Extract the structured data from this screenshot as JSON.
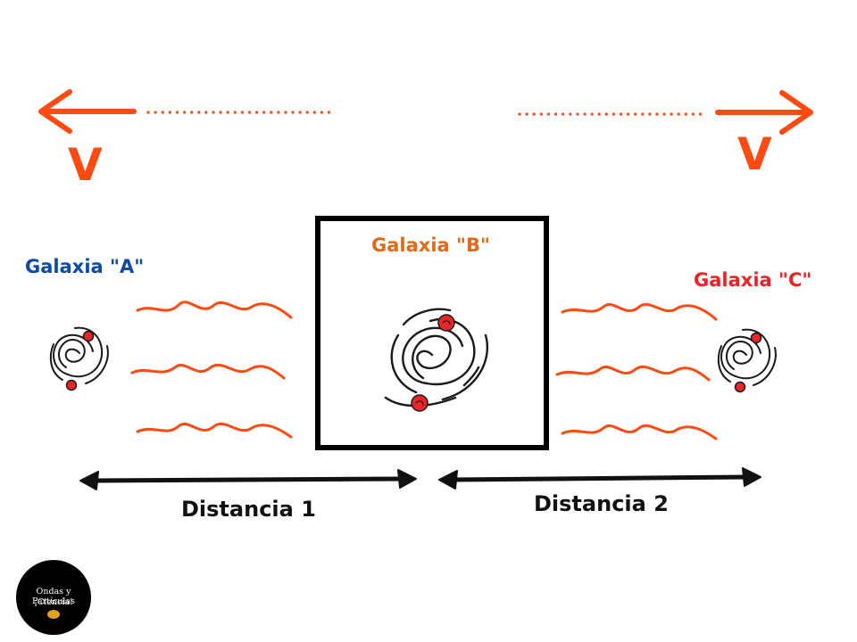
{
  "diagram": {
    "velocity_symbol": "V",
    "galaxies": {
      "a": {
        "label": "Galaxia \"A\"",
        "color": "#0d4aa6"
      },
      "b": {
        "label": "Galaxia \"B\"",
        "color": "#e06a1a"
      },
      "c": {
        "label": "Galaxia \"C\"",
        "color": "#ee2222"
      }
    },
    "distances": {
      "d1": "Distancia 1",
      "d2": "Distancia 2"
    },
    "colors": {
      "arrow": "#ff4a12",
      "wave": "#ff4a12",
      "box": "#000000",
      "star": "#e8262a"
    }
  },
  "logo": {
    "line1": "Ondas y Partículas",
    "line2": "¡Ciencia!"
  }
}
